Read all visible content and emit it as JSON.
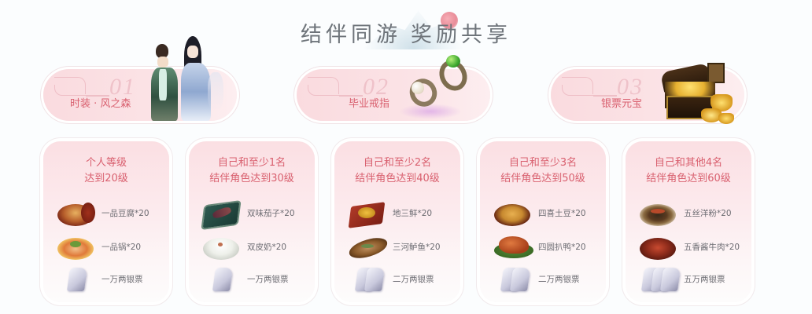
{
  "header": {
    "title_part1": "结伴同游",
    "title_part2": "奖励共享"
  },
  "prizes": [
    {
      "number": "01",
      "label": "时装 · 风之森",
      "image": "costume-characters-image"
    },
    {
      "number": "02",
      "label": "毕业戒指",
      "image": "rings-image"
    },
    {
      "number": "03",
      "label": "银票元宝",
      "image": "treasure-chest-image"
    }
  ],
  "cards": [
    {
      "condition_line1": "个人等级",
      "condition_line2": "达到20级",
      "rewards": [
        {
          "name": "一品豆腐*20",
          "icon": "clay-pot-dish-icon"
        },
        {
          "name": "一品锅*20",
          "icon": "tofu-bowl-icon"
        },
        {
          "name": "一万两银票",
          "icon": "silver-note-icon"
        }
      ]
    },
    {
      "condition_line1": "自己和至少1名",
      "condition_line2": "结伴角色达到30级",
      "rewards": [
        {
          "name": "双味茄子*20",
          "icon": "eggplant-plate-icon"
        },
        {
          "name": "双皮奶*20",
          "icon": "milk-pudding-bowl-icon"
        },
        {
          "name": "一万两银票",
          "icon": "silver-note-icon"
        }
      ]
    },
    {
      "condition_line1": "自己和至少2名",
      "condition_line2": "结伴角色达到40级",
      "rewards": [
        {
          "name": "地三鲜*20",
          "icon": "vegetable-plate-icon"
        },
        {
          "name": "三河鲈鱼*20",
          "icon": "fish-dish-icon"
        },
        {
          "name": "二万两银票",
          "icon": "silver-notes-icon"
        }
      ]
    },
    {
      "condition_line1": "自己和至少3名",
      "condition_line2": "结伴角色达到50级",
      "rewards": [
        {
          "name": "四喜土豆*20",
          "icon": "potato-bowl-icon"
        },
        {
          "name": "四圆扒鸭*20",
          "icon": "roast-duck-icon"
        },
        {
          "name": "二万两银票",
          "icon": "silver-notes-icon"
        }
      ]
    },
    {
      "condition_line1": "自己和其他4名",
      "condition_line2": "结伴角色达到60级",
      "rewards": [
        {
          "name": "五丝洋粉*20",
          "icon": "noodle-plate-icon"
        },
        {
          "name": "五香酱牛肉*20",
          "icon": "braised-beef-plate-icon"
        },
        {
          "name": "五万两银票",
          "icon": "silver-notes-stack-icon"
        }
      ]
    }
  ],
  "colors": {
    "accent_text": "#d9606f",
    "title_text": "#6e747a",
    "item_text": "#6c6c72",
    "card_pink": "#fbdfe3",
    "background": "#fbfdfe"
  }
}
